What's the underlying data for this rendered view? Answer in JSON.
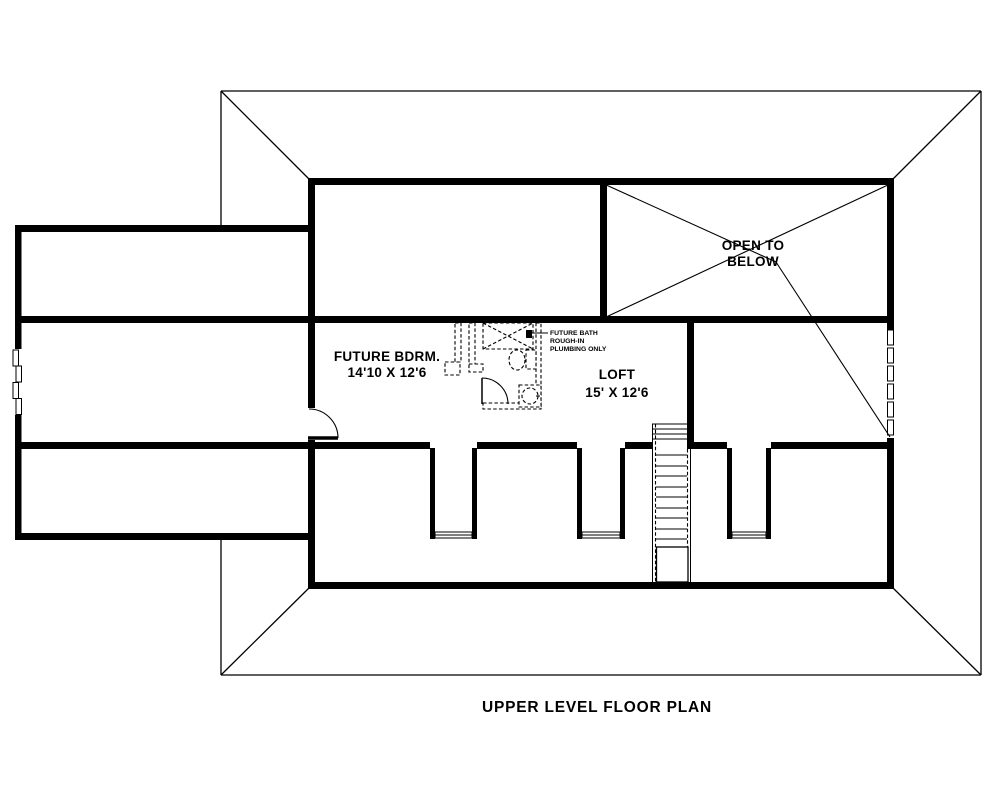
{
  "title": {
    "text": "UPPER LEVEL FLOOR PLAN"
  },
  "rooms": {
    "future_bedroom": {
      "name": "FUTURE BDRM.",
      "dimensions": "14'10 X 12'6"
    },
    "loft": {
      "name": "LOFT",
      "dimensions": "15' X 12'6"
    },
    "open_to_below": {
      "line1": "OPEN TO",
      "line2": "BELOW"
    }
  },
  "annotations": {
    "bath_note": {
      "line1": "FUTURE BATH",
      "line2": "ROUGH-IN",
      "line3": "PLUMBING ONLY"
    }
  },
  "colors": {
    "line": "#000000",
    "background": "#ffffff"
  }
}
